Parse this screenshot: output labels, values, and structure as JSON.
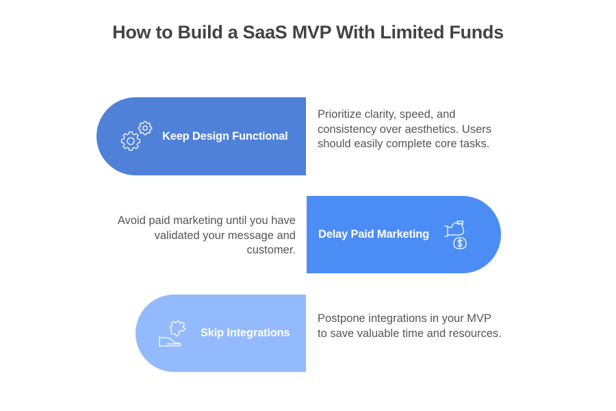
{
  "title": "How to Build a SaaS MVP With Limited Funds",
  "colors": {
    "title_text": "#434343",
    "body_text": "#555555",
    "step1_fill": "#4F81D8",
    "step2_fill": "#4C8DF5",
    "step3_fill": "#93BAFC",
    "label_text": "#FFFFFF"
  },
  "steps": [
    {
      "label": "Keep Design Functional",
      "icon": "gears-icon",
      "description": "Prioritize clarity, speed, and consistency over aesthetics. Users should easily complete core tasks.",
      "side": "left"
    },
    {
      "label": "Delay Paid Marketing",
      "icon": "hand-money-bag-icon",
      "description": "Avoid paid marketing until you have validated your message and customer.",
      "side": "right"
    },
    {
      "label": "Skip Integrations",
      "icon": "hand-puzzle-piece-icon",
      "description": "Postpone integrations in your MVP to save valuable time and resources.",
      "side": "left"
    }
  ]
}
